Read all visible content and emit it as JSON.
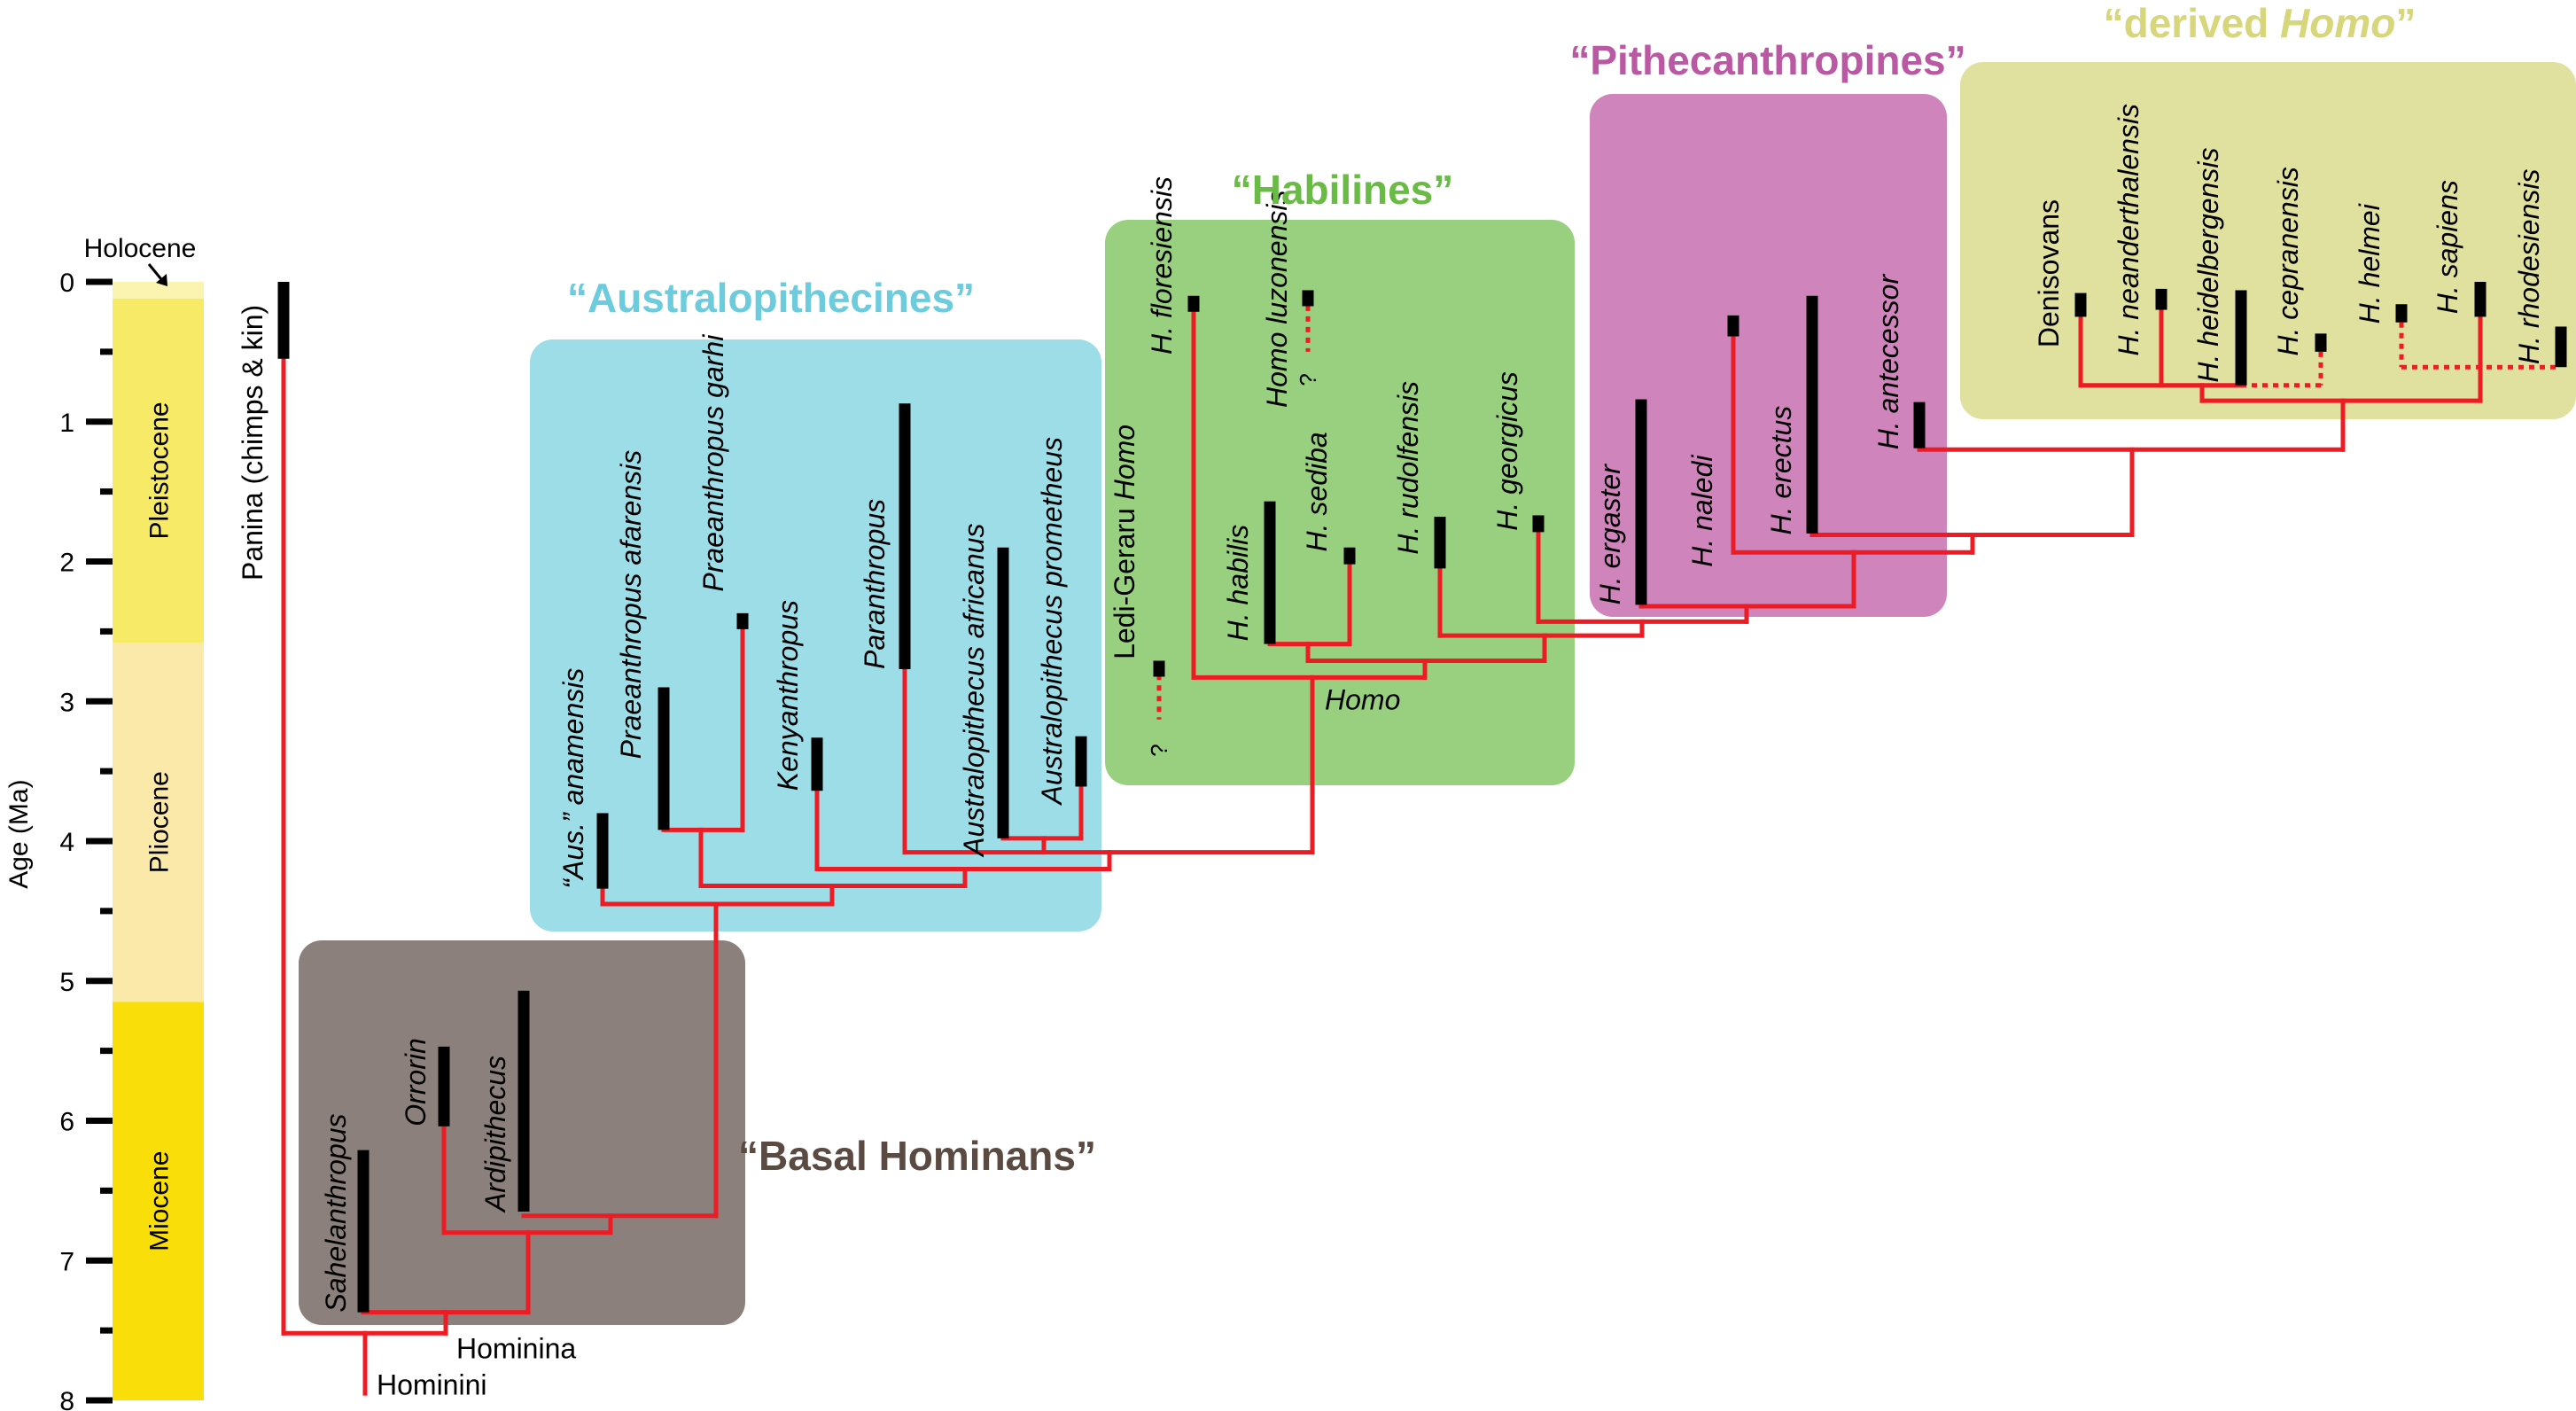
{
  "chart_data": {
    "type": "phylogeny",
    "title": "",
    "axis": {
      "label": "Age (Ma)",
      "range": [
        0,
        8
      ],
      "major_ticks": [
        0,
        1,
        2,
        3,
        4,
        5,
        6,
        7,
        8
      ],
      "minor_ticks": [
        0.5,
        1.5,
        2.5,
        3.5,
        4.5,
        5.5,
        6.5,
        7.5
      ],
      "direction": "down"
    },
    "epochs": [
      {
        "name": "Holocene",
        "start": 0,
        "end": 0.12,
        "color": "#faf4b0",
        "label_position": "above-with-arrow"
      },
      {
        "name": "Pleistocene",
        "start": 0.12,
        "end": 2.58,
        "color": "#f7ea66",
        "label_position": "inside"
      },
      {
        "name": "Pliocene",
        "start": 2.58,
        "end": 5.15,
        "color": "#fbe9a9",
        "label_position": "inside"
      },
      {
        "name": "Miocene",
        "start": 5.15,
        "end": 8.0,
        "color": "#fade0a",
        "label_position": "inside"
      }
    ],
    "groups": [
      {
        "id": "basal",
        "title": "“Basal Hominans”",
        "title_color": "#5b4a41",
        "box_color": "#8b807b"
      },
      {
        "id": "austral",
        "title": "“Australopithecines”",
        "title_color": "#6ccbdc",
        "box_color": "#9cdde8"
      },
      {
        "id": "habil",
        "title": "“Habilines”",
        "title_color": "#69bb46",
        "box_color": "#98d080"
      },
      {
        "id": "pith",
        "title": "“Pithecanthropines”",
        "title_color": "#bb58a3",
        "box_color": "#cf84bb"
      },
      {
        "id": "derived",
        "title_prefix": "“derived ",
        "title_italic": "Homo",
        "title_suffix": "”",
        "title_color": "#d7d67a",
        "box_color": "#e1e19f"
      }
    ],
    "taxa": [
      {
        "id": "panina",
        "name": "Panina (chimps & kin)",
        "italic": false,
        "group": null,
        "range_ma": [
          0.0,
          0.55
        ]
      },
      {
        "id": "sahelanthropus",
        "name": "Sahelanthropus",
        "italic": true,
        "group": "basal",
        "range_ma": [
          6.21,
          7.37
        ]
      },
      {
        "id": "orrorin",
        "name": "Orrorin",
        "italic": true,
        "group": "basal",
        "range_ma": [
          5.47,
          6.04
        ]
      },
      {
        "id": "ardipithecus",
        "name": "Ardipithecus",
        "italic": true,
        "group": "basal",
        "range_ma": [
          5.07,
          6.65
        ]
      },
      {
        "id": "anamensis",
        "name": "“Aus.” anamensis",
        "italic": true,
        "group": "austral",
        "range_ma": [
          3.8,
          4.34
        ]
      },
      {
        "id": "afarensis",
        "name": "Praeanthropus afarensis",
        "italic": true,
        "group": "austral",
        "range_ma": [
          2.9,
          3.92
        ]
      },
      {
        "id": "garhi",
        "name": "Praeanthropus garhi",
        "italic": true,
        "group": "austral",
        "range_ma": [
          2.37,
          2.47
        ]
      },
      {
        "id": "kenyanthropus",
        "name": "Kenyanthropus",
        "italic": true,
        "group": "austral",
        "range_ma": [
          3.26,
          3.64
        ]
      },
      {
        "id": "paranthropus",
        "name": "Paranthropus",
        "italic": true,
        "group": "austral",
        "range_ma": [
          0.87,
          2.77
        ]
      },
      {
        "id": "africanus",
        "name": "Australopithecus africanus",
        "italic": true,
        "group": "austral",
        "range_ma": [
          1.9,
          3.98
        ]
      },
      {
        "id": "prometheus",
        "name": "Australopithecus prometheus",
        "italic": true,
        "group": "austral",
        "range_ma": [
          3.25,
          3.61
        ]
      },
      {
        "id": "ledi",
        "name": "Ledi-Geraru Homo",
        "italic_part": "Homo",
        "italic": false,
        "group": "habil",
        "range_ma": [
          2.71,
          2.81
        ],
        "uncertain": true
      },
      {
        "id": "floresiensis",
        "name": "H. floresiensis",
        "italic": true,
        "group": "habil",
        "range_ma": [
          0.1,
          0.17
        ]
      },
      {
        "id": "luzonensis",
        "name": "Homo luzonensis",
        "italic": true,
        "group": "habil",
        "range_ma": [
          0.06,
          0.17
        ],
        "uncertain": true
      },
      {
        "id": "habilis",
        "name": "H. habilis",
        "italic": true,
        "group": "habil",
        "range_ma": [
          1.57,
          2.59
        ]
      },
      {
        "id": "sediba",
        "name": "H. sediba",
        "italic": true,
        "group": "habil",
        "range_ma": [
          1.9,
          2.02
        ]
      },
      {
        "id": "rudolfensis",
        "name": "H. rudolfensis",
        "italic": true,
        "group": "habil",
        "range_ma": [
          1.68,
          2.05
        ]
      },
      {
        "id": "georgicus",
        "name": "H. georgicus",
        "italic": true,
        "group": "habil",
        "range_ma": [
          1.67,
          1.79
        ]
      },
      {
        "id": "ergaster",
        "name": "H. ergaster",
        "italic": true,
        "group": "pith",
        "range_ma": [
          0.84,
          2.31
        ]
      },
      {
        "id": "naledi",
        "name": "H. naledi",
        "italic": true,
        "group": "pith",
        "range_ma": [
          0.24,
          0.39
        ]
      },
      {
        "id": "erectus",
        "name": "H. erectus",
        "italic": true,
        "group": "pith",
        "range_ma": [
          0.1,
          1.8
        ]
      },
      {
        "id": "antecessor",
        "name": "H. antecessor",
        "italic": true,
        "group": "pith",
        "range_ma": [
          0.86,
          1.19
        ]
      },
      {
        "id": "denisovans",
        "name": "Denisovans",
        "italic": false,
        "group": "derived",
        "range_ma": [
          0.08,
          0.25
        ]
      },
      {
        "id": "neanderthalensis",
        "name": "H. neanderthalensis",
        "italic": true,
        "group": "derived",
        "range_ma": [
          0.05,
          0.2
        ]
      },
      {
        "id": "heidelbergensis",
        "name": "H. heidelbergensis",
        "italic": true,
        "group": "derived",
        "range_ma": [
          0.06,
          0.74
        ]
      },
      {
        "id": "cepranensis",
        "name": "H. cepranensis",
        "italic": true,
        "group": "derived",
        "range_ma": [
          0.37,
          0.5
        ]
      },
      {
        "id": "helmei",
        "name": "H. helmei",
        "italic": true,
        "group": "derived",
        "range_ma": [
          0.16,
          0.29
        ]
      },
      {
        "id": "sapiens",
        "name": "H. sapiens",
        "italic": true,
        "group": "derived",
        "range_ma": [
          0.0,
          0.25
        ]
      },
      {
        "id": "rhodesiensis",
        "name": "H. rhodesiensis",
        "italic": true,
        "group": "derived",
        "range_ma": [
          0.32,
          0.61
        ]
      }
    ],
    "node_labels": [
      {
        "id": "homo",
        "text": "Homo",
        "italic": true
      },
      {
        "id": "hominina",
        "text": "Hominina",
        "italic": false
      },
      {
        "id": "hominini",
        "text": "Hominini",
        "italic": false
      }
    ],
    "uncertain_marker": "?",
    "colors": {
      "branch": "#ed1c24",
      "range_bar": "#000000"
    }
  }
}
